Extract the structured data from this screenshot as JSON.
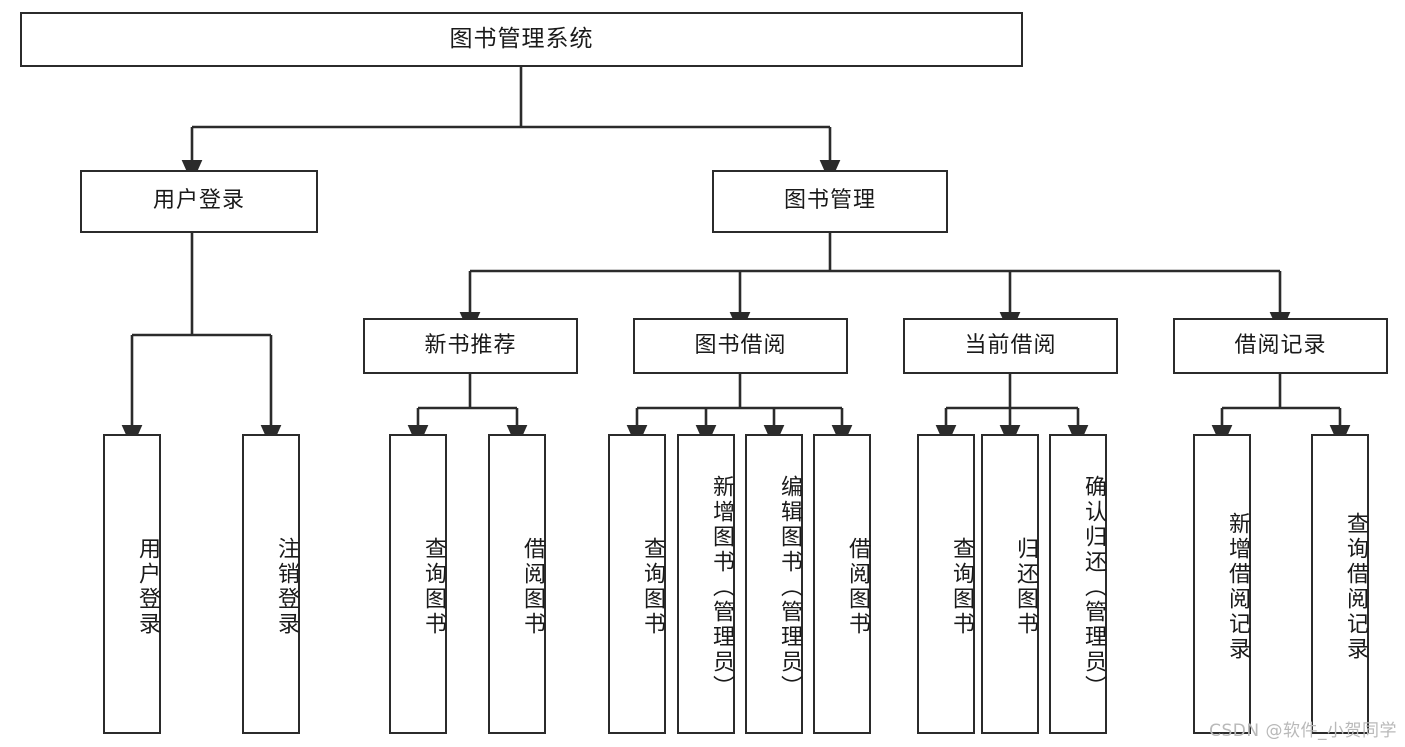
{
  "diagram": {
    "type": "tree",
    "title": "图书管理系统",
    "watermark": "CSDN @软件_小贺同学",
    "colors": {
      "stroke": "#2b2b2b",
      "fill": "#ffffff",
      "text": "#1a1a1a",
      "watermark": "#b9b9b9"
    },
    "nodes": {
      "root": {
        "label": "图书管理系统"
      },
      "level2": [
        {
          "id": "user-login",
          "label": "用户登录"
        },
        {
          "id": "book-manage",
          "label": "图书管理"
        }
      ],
      "level3": [
        {
          "id": "new-book-recommend",
          "label": "新书推荐"
        },
        {
          "id": "book-borrow",
          "label": "图书借阅"
        },
        {
          "id": "current-borrow",
          "label": "当前借阅"
        },
        {
          "id": "borrow-record",
          "label": "借阅记录"
        }
      ],
      "leaves": {
        "user_login": [
          {
            "id": "leaf-user-login",
            "label": "用户登录"
          },
          {
            "id": "leaf-logout-login",
            "label": "注销登录"
          }
        ],
        "new_book_recommend": [
          {
            "id": "leaf-query-book-1",
            "label": "查询图书"
          },
          {
            "id": "leaf-borrow-book-1",
            "label": "借阅图书"
          }
        ],
        "book_borrow": [
          {
            "id": "leaf-query-book-2",
            "label": "查询图书"
          },
          {
            "id": "leaf-add-book",
            "label": "新增图书（管理员）"
          },
          {
            "id": "leaf-edit-book",
            "label": "编辑图书（管理员）"
          },
          {
            "id": "leaf-borrow-book-2",
            "label": "借阅图书"
          }
        ],
        "current_borrow": [
          {
            "id": "leaf-query-book-3",
            "label": "查询图书"
          },
          {
            "id": "leaf-return-book",
            "label": "归还图书"
          },
          {
            "id": "leaf-confirm-return",
            "label": "确认归还（管理员）"
          }
        ],
        "borrow_record": [
          {
            "id": "leaf-add-record",
            "label": "新增借阅记录"
          },
          {
            "id": "leaf-query-record",
            "label": "查询借阅记录"
          }
        ]
      }
    }
  }
}
